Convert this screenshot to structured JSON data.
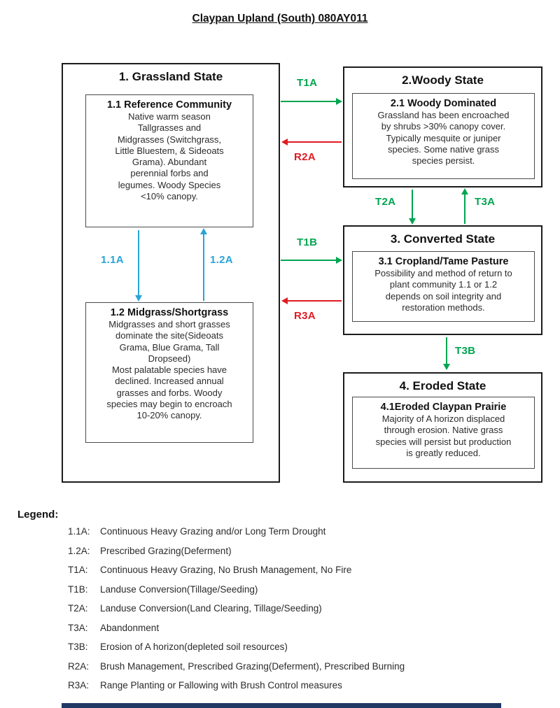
{
  "title": "Claypan Upland (South) 080AY011",
  "colors": {
    "green": "#00a550",
    "red": "#e11b22",
    "cyan": "#29a4d9",
    "navy": "#1f3864"
  },
  "diagram": {
    "states": [
      {
        "title": "1. Grassland State",
        "communities": [
          {
            "heading": "1.1 Reference Community",
            "body": "Native  warm season\nTallgrasses and\nMidgrasses (Switchgrass,\nLittle Bluestem, & Sideoats\nGrama). Abundant\nperennial forbs and\nlegumes. Woody Species\n<10% canopy."
          },
          {
            "heading": "1.2 Midgrass/Shortgrass",
            "body": "Midgrasses and short grasses\ndominate the site(Sideoats\nGrama, Blue Grama, Tall\nDropseed)\nMost palatable species have\ndeclined. Increased annual\ngrasses and forbs. Woody\nspecies may begin to encroach\n10-20% canopy."
          }
        ]
      },
      {
        "title": "2.Woody State",
        "communities": [
          {
            "heading": "2.1 Woody Dominated",
            "body": "Grassland has been encroached\nby shrubs >30% canopy cover.\nTypically mesquite or juniper\nspecies. Some native grass\nspecies persist."
          }
        ]
      },
      {
        "title": "3. Converted State",
        "communities": [
          {
            "heading": "3.1 Cropland/Tame Pasture",
            "body": "Possibility and method of return to\nplant community 1.1 or 1.2\ndepends on soil integrity and\nrestoration methods."
          }
        ]
      },
      {
        "title": "4. Eroded State",
        "communities": [
          {
            "heading": "4.1Eroded Claypan Prairie",
            "body": "Majority of A horizon displaced\nthrough erosion. Native grass\nspecies will persist but production\nis greatly reduced."
          }
        ]
      }
    ],
    "transitions": [
      {
        "label": "T1A",
        "color": "green",
        "direction": "right",
        "from": "1. Grassland State",
        "to": "2.Woody State"
      },
      {
        "label": "R2A",
        "color": "red",
        "direction": "left",
        "from": "2.Woody State",
        "to": "1. Grassland State"
      },
      {
        "label": "T2A",
        "color": "green",
        "direction": "down",
        "from": "2.Woody State",
        "to": "3. Converted State"
      },
      {
        "label": "T3A",
        "color": "green",
        "direction": "up",
        "from": "3. Converted State",
        "to": "2.Woody State"
      },
      {
        "label": "T1B",
        "color": "green",
        "direction": "right",
        "from": "1. Grassland State",
        "to": "3. Converted State"
      },
      {
        "label": "R3A",
        "color": "red",
        "direction": "left",
        "from": "3. Converted State",
        "to": "1. Grassland State"
      },
      {
        "label": "T3B",
        "color": "green",
        "direction": "down",
        "from": "3. Converted State",
        "to": "4. Eroded State"
      },
      {
        "label": "1.1A",
        "color": "cyan",
        "direction": "down",
        "from": "1.1 Reference Community",
        "to": "1.2 Midgrass/Shortgrass"
      },
      {
        "label": "1.2A",
        "color": "cyan",
        "direction": "up",
        "from": "1.2 Midgrass/Shortgrass",
        "to": "1.1 Reference Community"
      }
    ]
  },
  "legend": {
    "header": "Legend:",
    "items": [
      {
        "code": "1.1A:",
        "text": "Continuous Heavy Grazing and/or Long Term Drought"
      },
      {
        "code": "1.2A:",
        "text": "Prescribed Grazing(Deferment)"
      },
      {
        "code": "T1A:",
        "text": "Continuous Heavy Grazing, No Brush Management, No Fire"
      },
      {
        "code": "T1B:",
        "text": "Landuse Conversion(Tillage/Seeding)"
      },
      {
        "code": "T2A:",
        "text": "Landuse Conversion(Land Clearing, Tillage/Seeding)"
      },
      {
        "code": "T3A:",
        "text": "Abandonment"
      },
      {
        "code": "T3B:",
        "text": "Erosion of A horizon(depleted soil resources)"
      },
      {
        "code": "R2A:",
        "text": "Brush Management, Prescribed Grazing(Deferment), Prescribed Burning"
      },
      {
        "code": "R3A:",
        "text": "Range Planting or Fallowing with Brush Control measures"
      }
    ]
  }
}
